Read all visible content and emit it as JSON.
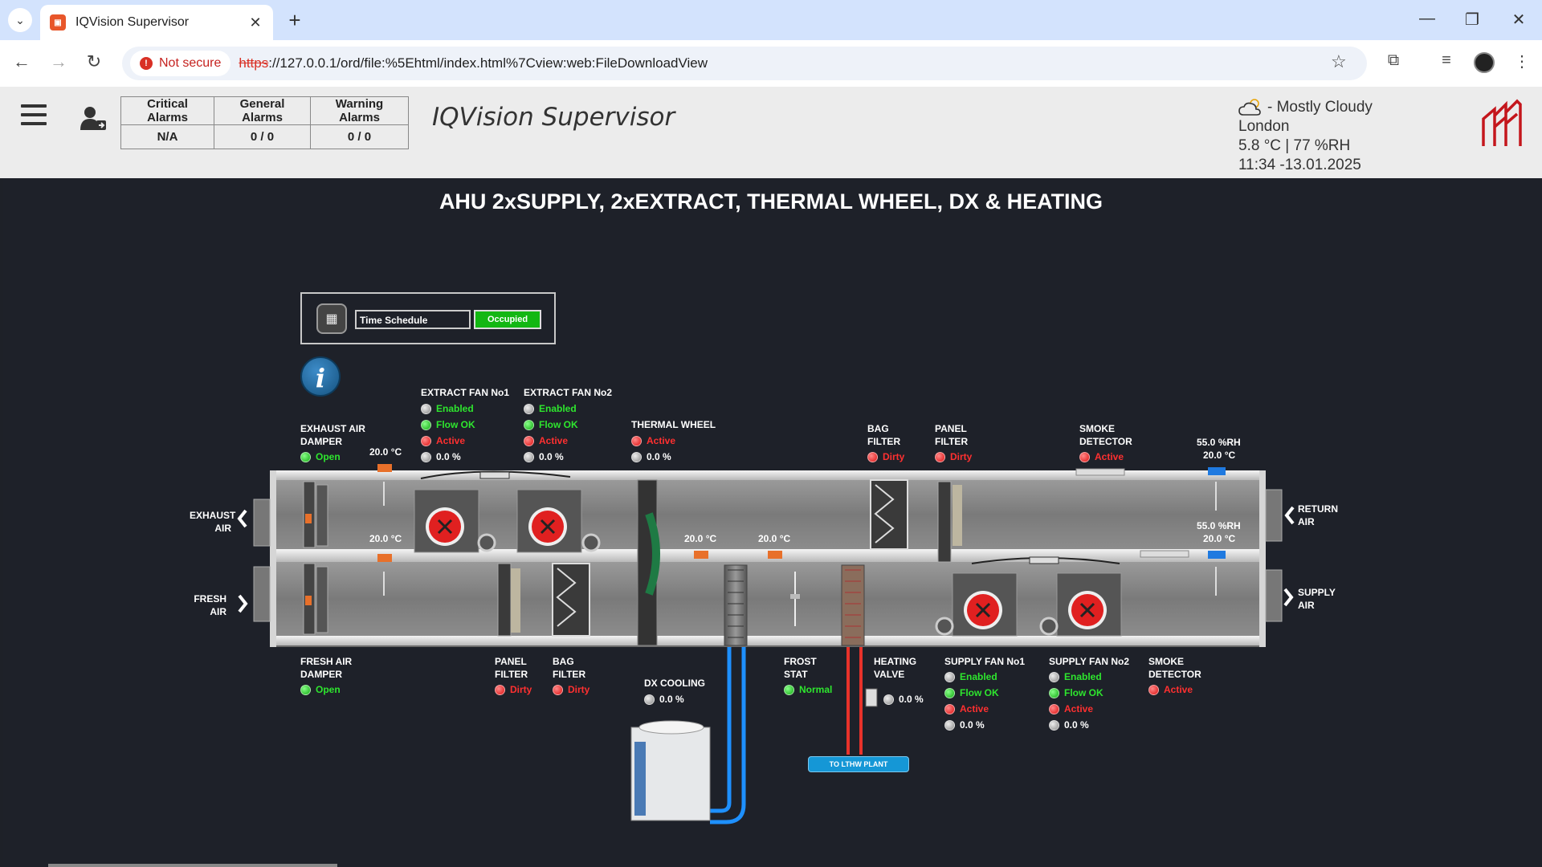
{
  "browser": {
    "tab_title": "IQVision Supervisor",
    "security_label": "Not secure",
    "url_scheme": "https",
    "url_rest": "://127.0.0.1/ord/file:%5Ehtml/index.html%7Cview:web:FileDownloadView"
  },
  "header": {
    "app_title": "IQVision Supervisor",
    "alarms": {
      "headers": [
        "Critical Alarms",
        "General Alarms",
        "Warning Alarms"
      ],
      "values": [
        "N/A",
        "0 / 0",
        "0 / 0"
      ]
    },
    "weather": {
      "condition": "- Mostly Cloudy",
      "city": "London",
      "reading": "5.8 °C | 77 %RH",
      "datetime": "11:34 -13.01.2025"
    }
  },
  "page": {
    "heading": "AHU 2xSUPPLY, 2xEXTRACT, THERMAL WHEEL, DX & HEATING",
    "schedule_label": "Time Schedule",
    "schedule_status": "Occupied",
    "info_glyph": "i",
    "plant_button": "TO LTHW PLANT"
  },
  "arrows": {
    "exhaust": "EXHAUST\nAIR",
    "fresh": "FRESH\nAIR",
    "return": "RETURN\nAIR",
    "supply": "SUPPLY\nAIR"
  },
  "components": {
    "exhaust_damper": {
      "label": "EXHAUST AIR\nDAMPER",
      "status": "Open"
    },
    "fresh_damper": {
      "label": "FRESH AIR\nDAMPER",
      "status": "Open"
    },
    "extract_fan_1": {
      "label": "EXTRACT FAN No1",
      "enabled": "Enabled",
      "flow": "Flow OK",
      "alarm": "Active",
      "speed": "0.0 %"
    },
    "extract_fan_2": {
      "label": "EXTRACT FAN No2",
      "enabled": "Enabled",
      "flow": "Flow OK",
      "alarm": "Active",
      "speed": "0.0 %"
    },
    "thermal_wheel": {
      "label": "THERMAL WHEEL",
      "alarm": "Active",
      "speed": "0.0 %"
    },
    "bag_filter_top": {
      "label": "BAG\nFILTER",
      "status": "Dirty"
    },
    "panel_filter_top": {
      "label": "PANEL\nFILTER",
      "status": "Dirty"
    },
    "smoke_detector_top": {
      "label": "SMOKE\nDETECTOR",
      "status": "Active"
    },
    "return_sensor": {
      "humidity": "55.0 %RH",
      "temp": "20.0 °C"
    },
    "supply_sensor": {
      "humidity": "55.0 %RH",
      "temp": "20.0 °C"
    },
    "temps": {
      "exhaust": "20.0 °C",
      "fresh": "20.0 °C",
      "after_wheel_1": "20.0 °C",
      "after_wheel_2": "20.0 °C"
    },
    "panel_filter_bottom": {
      "label": "PANEL\nFILTER",
      "status": "Dirty"
    },
    "bag_filter_bottom": {
      "label": "BAG\nFILTER",
      "status": "Dirty"
    },
    "dx_cooling": {
      "label": "DX COOLING",
      "value": "0.0 %"
    },
    "frost_stat": {
      "label": "FROST\nSTAT",
      "status": "Normal"
    },
    "heating_valve": {
      "label": "HEATING\nVALVE",
      "value": "0.0 %"
    },
    "supply_fan_1": {
      "label": "SUPPLY FAN No1",
      "enabled": "Enabled",
      "flow": "Flow OK",
      "alarm": "Active",
      "speed": "0.0 %"
    },
    "supply_fan_2": {
      "label": "SUPPLY FAN No2",
      "enabled": "Enabled",
      "flow": "Flow OK",
      "alarm": "Active",
      "speed": "0.0 %"
    },
    "smoke_detector_bottom": {
      "label": "SMOKE\nDETECTOR",
      "status": "Active"
    }
  },
  "colors": {
    "status_ok": "#2ee62e",
    "status_alarm": "#ff3030",
    "occupied": "#13b713",
    "background": "#1e2129"
  }
}
